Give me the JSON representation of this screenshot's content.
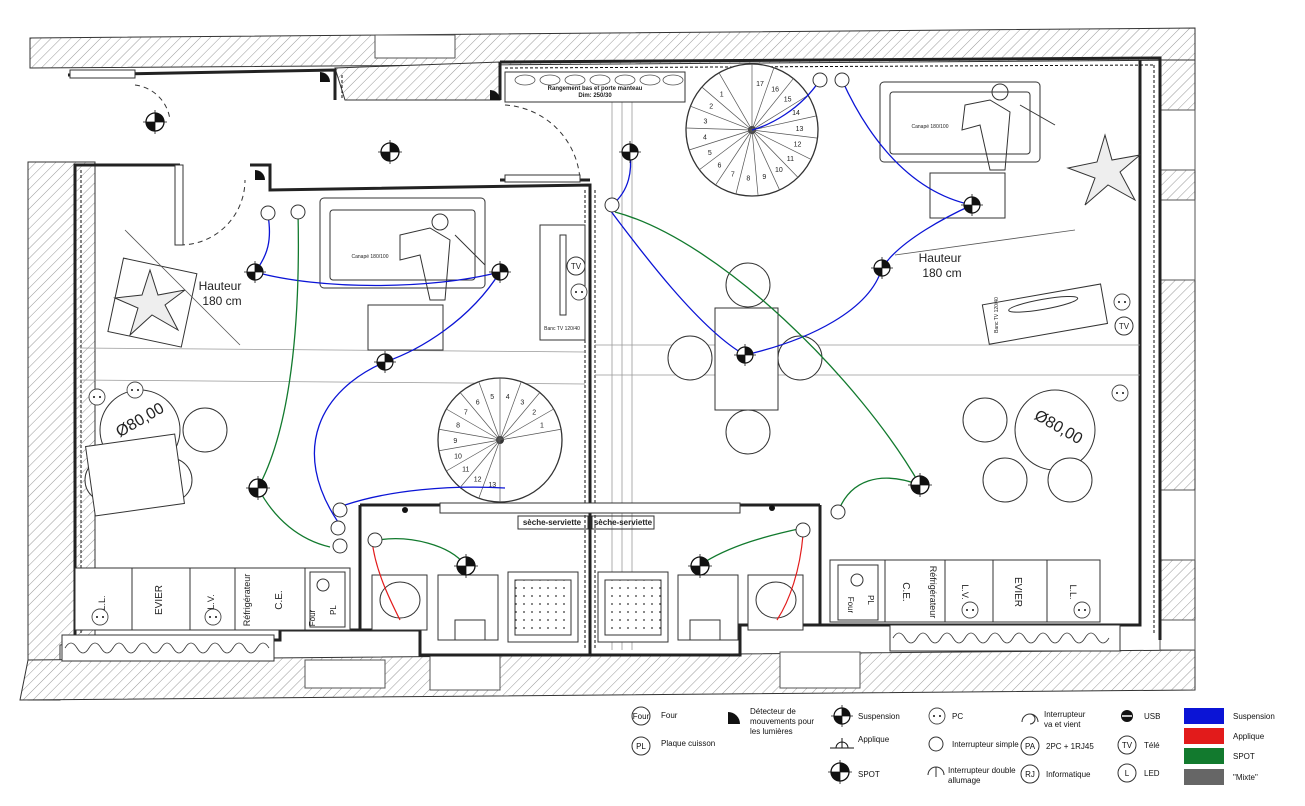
{
  "labels": {
    "rangement": "Rangement bas et porte manteau",
    "rangement_dim": "Dim: 250/30",
    "canape_left": "Canapé 180/100",
    "canape_right": "Canapé 180/100",
    "hauteur_left": "Hauteur",
    "hauteur_left_val": "180 cm",
    "hauteur_right": "Hauteur",
    "hauteur_right_val": "180 cm",
    "tv": "TV",
    "banc_tv_left": "Banc TV 120/40",
    "banc_tv_right": "Banc TV 120/40",
    "diam_left": "Ø80,00",
    "diam_right": "Ø80,00",
    "seche_left": "sèche-serviette",
    "seche_right": "sèche-serviette",
    "evier": "EVIER",
    "lv": "L.V.",
    "ll": "L.L.",
    "refrigerateur": "Réfrigérateur",
    "ce": "C.E.",
    "four": "Four",
    "pl": "PL",
    "stair_upper": [
      "17",
      "16",
      "15",
      "14",
      "13",
      "12",
      "11",
      "10",
      "9",
      "8",
      "7",
      "6",
      "5",
      "4",
      "3",
      "2",
      "1"
    ],
    "stair_lower": [
      "13",
      "12",
      "11",
      "10",
      "9",
      "8",
      "7",
      "6",
      "5",
      "4",
      "3",
      "2",
      "1"
    ]
  },
  "legend": {
    "four_code": "Four",
    "four": "Four",
    "pl_code": "PL",
    "pl": "Plaque cuisson",
    "detecteur": "Détecteur de mouvements pour les lumières",
    "suspension": "Suspension",
    "applique": "Applique",
    "spot": "SPOT",
    "pc": "PC",
    "inter_simple": "Interrupteur simple",
    "inter_double": "Interrupteur double allumage",
    "inter_va": "Interrupteur va et vient",
    "pa_code": "PA",
    "pa": "2PC + 1RJ45",
    "rj_code": "RJ",
    "rj": "Informatique",
    "usb": "USB",
    "tv_code": "TV",
    "tele": "Télé",
    "l_code": "L",
    "led": "LED",
    "color_suspension": "Suspension",
    "color_applique": "Applique",
    "color_spot": "SPOT",
    "color_mixte": "\"Mixte\""
  },
  "colors": {
    "suspension": "#0b14d6",
    "applique": "#e21b1b",
    "spot": "#127a2e",
    "mixte": "#666666",
    "wall": "#222222"
  }
}
